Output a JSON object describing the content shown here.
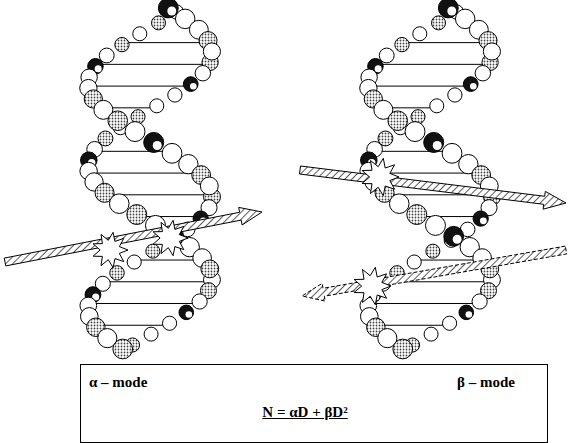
{
  "diagram": {
    "nodes": [
      {
        "text": [
          "α – mode",
          "β – mode",
          "N = αD + βD²"
        ]
      }
    ]
  }
}
